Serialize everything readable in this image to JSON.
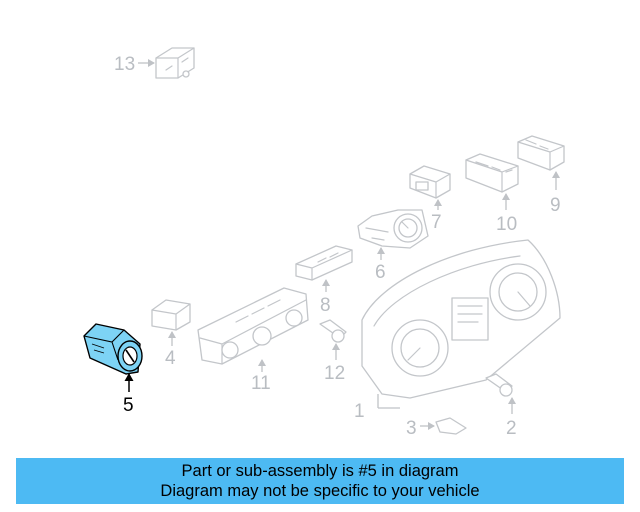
{
  "diagram": {
    "callouts": {
      "c1": "1",
      "c2": "2",
      "c3": "3",
      "c4": "4",
      "c5": "5",
      "c6": "6",
      "c7": "7",
      "c8": "8",
      "c9": "9",
      "c10": "10",
      "c11": "11",
      "c12": "12",
      "c13": "13"
    },
    "highlighted_callout": "5",
    "colors": {
      "highlight": "#7dd3f5",
      "line_art": "#c3c6ca",
      "banner": "#4dbaf3"
    }
  },
  "banner": {
    "line1": "Part or sub-assembly is #5 in diagram",
    "line2": "Diagram may not be specific to your vehicle"
  }
}
